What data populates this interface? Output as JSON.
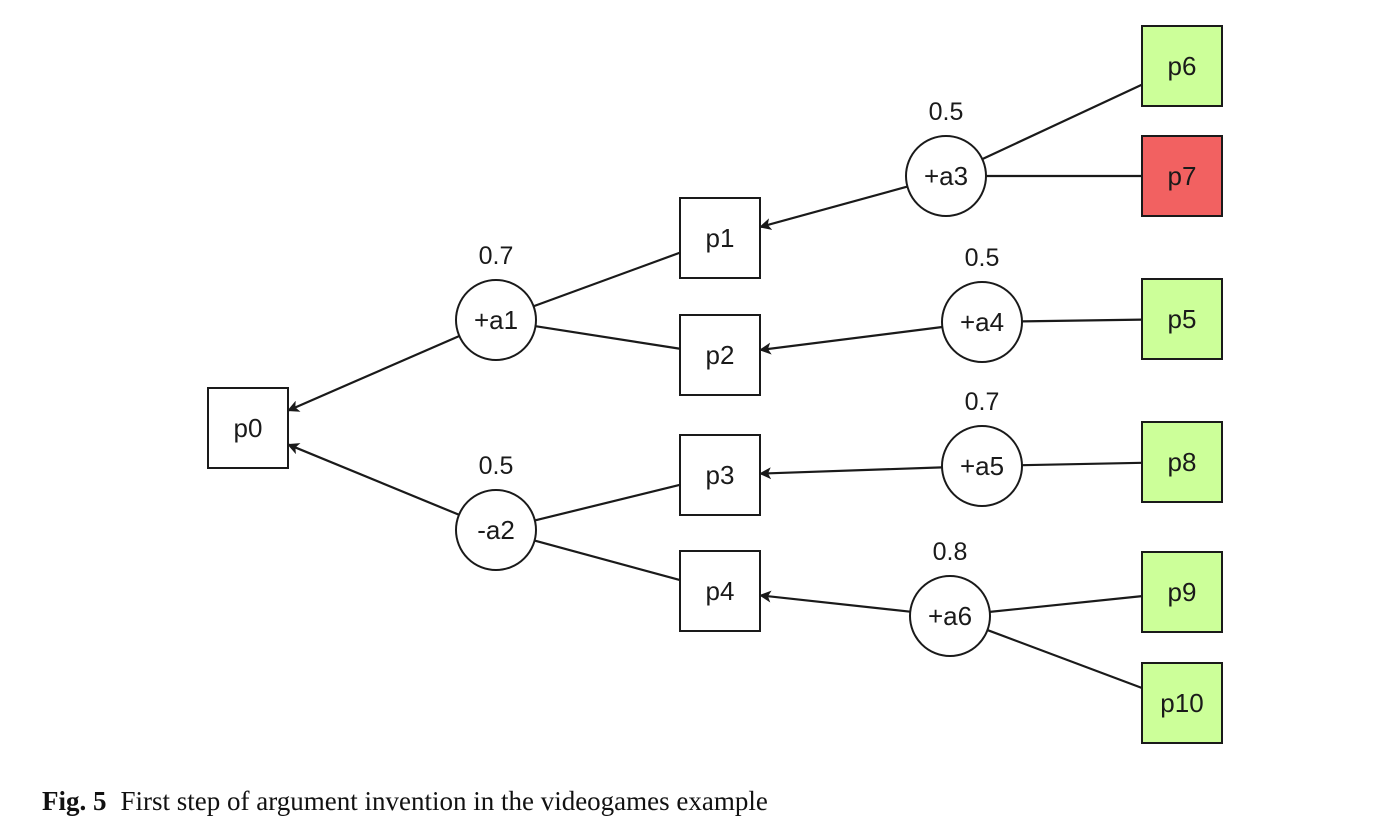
{
  "colors": {
    "leaf_accepted": "#ccff99",
    "leaf_rejected": "#f26161",
    "inner_node": "#ffffff",
    "stroke": "#1a1a1a"
  },
  "nodes": [
    {
      "id": "p0",
      "label": "p0",
      "status": "inner"
    },
    {
      "id": "p1",
      "label": "p1",
      "status": "inner"
    },
    {
      "id": "p2",
      "label": "p2",
      "status": "inner"
    },
    {
      "id": "p3",
      "label": "p3",
      "status": "inner"
    },
    {
      "id": "p4",
      "label": "p4",
      "status": "inner"
    },
    {
      "id": "p5",
      "label": "p5",
      "status": "accepted"
    },
    {
      "id": "p6",
      "label": "p6",
      "status": "accepted"
    },
    {
      "id": "p7",
      "label": "p7",
      "status": "rejected"
    },
    {
      "id": "p8",
      "label": "p8",
      "status": "accepted"
    },
    {
      "id": "p9",
      "label": "p9",
      "status": "accepted"
    },
    {
      "id": "p10",
      "label": "p10",
      "status": "accepted"
    }
  ],
  "arguments": [
    {
      "id": "a1",
      "label": "+a1",
      "weight": "0.7",
      "conclusion": "p0",
      "premises": [
        "p1",
        "p2"
      ]
    },
    {
      "id": "a2",
      "label": "-a2",
      "weight": "0.5",
      "conclusion": "p0",
      "premises": [
        "p3",
        "p4"
      ]
    },
    {
      "id": "a3",
      "label": "+a3",
      "weight": "0.5",
      "conclusion": "p1",
      "premises": [
        "p6",
        "p7"
      ]
    },
    {
      "id": "a4",
      "label": "+a4",
      "weight": "0.5",
      "conclusion": "p2",
      "premises": [
        "p5"
      ]
    },
    {
      "id": "a5",
      "label": "+a5",
      "weight": "0.7",
      "conclusion": "p3",
      "premises": [
        "p8"
      ]
    },
    {
      "id": "a6",
      "label": "+a6",
      "weight": "0.8",
      "conclusion": "p4",
      "premises": [
        "p9",
        "p10"
      ]
    }
  ],
  "caption": {
    "figure_number": "Fig. 5",
    "text": "First step of argument invention in the videogames example"
  }
}
